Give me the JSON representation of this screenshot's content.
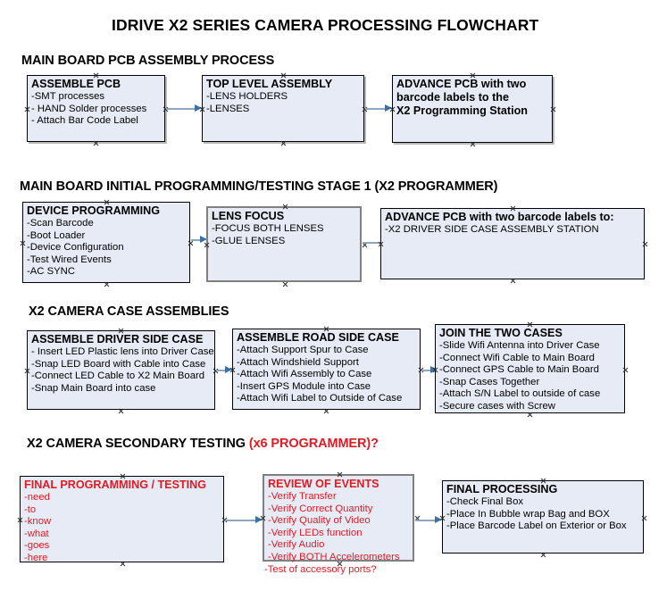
{
  "document": {
    "title": "IDRIVE X2  SERIES CAMERA PROCESSING FLOWCHART"
  },
  "colors": {
    "box_fill": "#e6ebf5",
    "box_border": "#000000",
    "box_border_gray": "#808080",
    "arrow": "#8ea6c0",
    "arrow_head": "#3b6fa8",
    "text": "#000000",
    "accent_red": "#e01b24"
  },
  "sections": [
    {
      "id": "main-board-pcb-assembly",
      "heading": "MAIN BOARD PCB ASSEMBLY PROCESS",
      "heading_accent": "",
      "nodes": [
        {
          "id": "assemble-pcb",
          "title": "ASSEMBLE PCB",
          "lines": [
            "-SMT processes",
            "- HAND Solder processes",
            "- Attach Bar Code Label"
          ]
        },
        {
          "id": "top-level-assembly",
          "title": "TOP LEVEL ASSEMBLY",
          "lines": [
            "-LENS HOLDERS",
            "-LENSES"
          ]
        },
        {
          "id": "advance-pcb-programming-station",
          "title": "ADVANCE PCB with two",
          "lines": [
            "barcode labels to the",
            " X2 Programming Station"
          ]
        }
      ]
    },
    {
      "id": "main-board-initial-programming",
      "heading": "MAIN BOARD INITIAL PROGRAMMING/TESTING STAGE 1 (X2 PROGRAMMER)",
      "heading_accent": "",
      "nodes": [
        {
          "id": "device-programming",
          "title": "DEVICE PROGRAMMING",
          "lines": [
            "-Scan Barcode",
            "-Boot Loader",
            "-Device Configuration",
            "-Test Wired Events",
            "-AC SYNC"
          ]
        },
        {
          "id": "lens-focus",
          "title": "LENS FOCUS",
          "lines": [
            "-FOCUS BOTH LENSES",
            "-GLUE LENSES"
          ]
        },
        {
          "id": "advance-pcb-driver-side-case",
          "title": "ADVANCE PCB with two barcode labels to:",
          "lines": [
            "-X2 DRIVER  SIDE  CASE  ASSEMBLY STATION"
          ]
        }
      ]
    },
    {
      "id": "x2-camera-case-assemblies",
      "heading": "X2 CAMERA CASE ASSEMBLIES",
      "heading_accent": "",
      "nodes": [
        {
          "id": "assemble-driver-side-case",
          "title": "ASSEMBLE DRIVER SIDE CASE",
          "lines": [
            "- Insert LED Plastic lens into Driver Case",
            "-Snap LED Board with Cable into Case",
            "-Connect LED Cable to X2 Main Board",
            "-Snap Main Board into case"
          ]
        },
        {
          "id": "assemble-road-side-case",
          "title": "ASSEMBLE ROAD SIDE CASE",
          "lines": [
            "-Attach Support Spur to Case",
            "-Attach Windshield Support",
            "-Attach Wifi Assembly to Case",
            "-Insert GPS Module into Case",
            "-Attach Wifi Label to Outside of Case"
          ]
        },
        {
          "id": "join-the-two-cases",
          "title": "JOIN THE TWO CASES",
          "lines": [
            "-Slide Wifi Antenna into Driver Case",
            "-Connect Wifi Cable to Main Board",
            "-Connect GPS Cable to Main Board",
            "-Snap Cases Together",
            "-Attach S/N Label to outside of case",
            "-Secure cases with Screw"
          ]
        }
      ]
    },
    {
      "id": "x2-camera-secondary-testing",
      "heading": "X2 CAMERA SECONDARY TESTING ",
      "heading_accent": "(x6 PROGRAMMER)?",
      "nodes": [
        {
          "id": "final-programming-testing",
          "title": "FINAL PROGRAMMING / TESTING",
          "lines": [
            "-need",
            "-to",
            "-know",
            "-what",
            "-goes",
            "-here"
          ]
        },
        {
          "id": "review-of-events",
          "title": "REVIEW OF EVENTS",
          "lines": [
            "-Verify Transfer",
            "-Verify Correct Quantity",
            "-Verify Quality of Video",
            "-Verify LEDs function",
            "-Verify Audio",
            "-Verify BOTH Accelerometers",
            "-Test of accessory ports?"
          ]
        },
        {
          "id": "final-processing",
          "title": "FINAL PROCESSING",
          "lines": [
            " -Check Final Box",
            "-Place In Bubble wrap Bag and BOX",
            "-Place Barcode Label on Exterior or Box"
          ]
        }
      ]
    }
  ]
}
